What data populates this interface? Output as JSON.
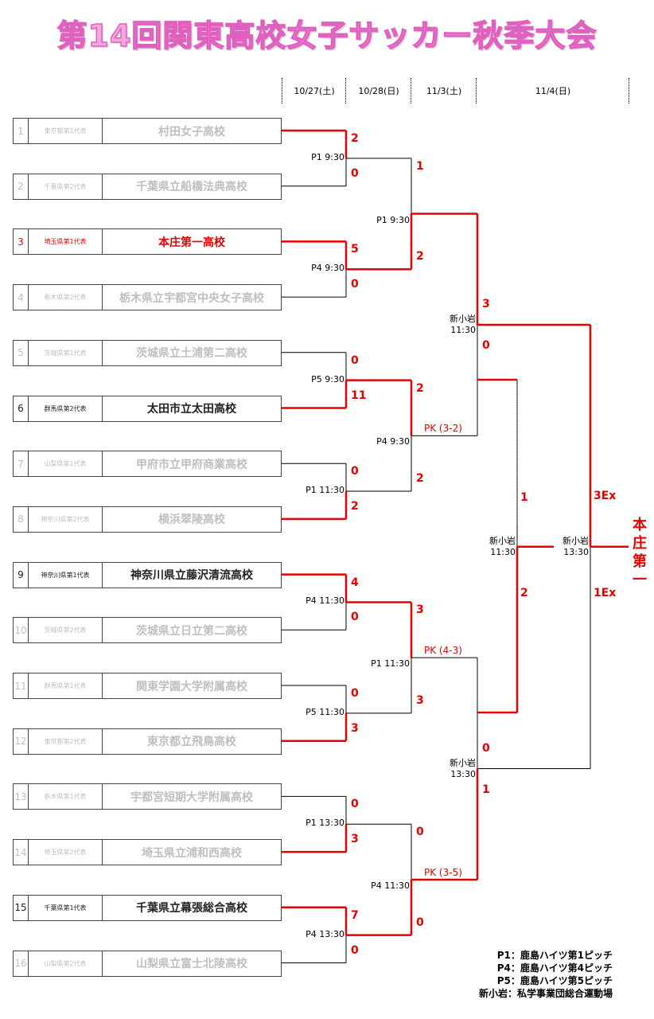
{
  "title": "第14回関東高校女子サッカー秋季大会",
  "dates": [
    "10/27(土)",
    "10/28(日)",
    "11/3(土)",
    "11/4(日)"
  ],
  "teams": [
    {
      "seed": "1",
      "pref": "東京都第1代表",
      "name": "村田女子高校",
      "status": "out"
    },
    {
      "seed": "2",
      "pref": "千葉県第2代表",
      "name": "千葉県立船橋法典高校",
      "status": "out"
    },
    {
      "seed": "3",
      "pref": "埼玉県第1代表",
      "name": "本庄第一高校",
      "status": "champ"
    },
    {
      "seed": "4",
      "pref": "栃木県第2代表",
      "name": "栃木県立宇都宮中央女子高校",
      "status": "out"
    },
    {
      "seed": "5",
      "pref": "茨城県第1代表",
      "name": "茨城県立土浦第二高校",
      "status": "out"
    },
    {
      "seed": "6",
      "pref": "群馬県第2代表",
      "name": "太田市立太田高校",
      "status": "in"
    },
    {
      "seed": "7",
      "pref": "山梨県第1代表",
      "name": "甲府市立甲府商業高校",
      "status": "out"
    },
    {
      "seed": "8",
      "pref": "神奈川県第2代表",
      "name": "横浜翠陵高校",
      "status": "out"
    },
    {
      "seed": "9",
      "pref": "神奈川県第1代表",
      "name": "神奈川県立藤沢清流高校",
      "status": "in"
    },
    {
      "seed": "10",
      "pref": "茨城県第2代表",
      "name": "茨城県立日立第二高校",
      "status": "out"
    },
    {
      "seed": "11",
      "pref": "群馬県第1代表",
      "name": "関東学園大学附属高校",
      "status": "out"
    },
    {
      "seed": "12",
      "pref": "東京都第2代表",
      "name": "東京都立飛鳥高校",
      "status": "out"
    },
    {
      "seed": "13",
      "pref": "栃木県第1代表",
      "name": "宇都宮短期大学附属高校",
      "status": "out"
    },
    {
      "seed": "14",
      "pref": "埼玉県第2代表",
      "name": "埼玉県立浦和西高校",
      "status": "out"
    },
    {
      "seed": "15",
      "pref": "千葉県第1代表",
      "name": "千葉県立幕張総合高校",
      "status": "in"
    },
    {
      "seed": "16",
      "pref": "山梨県第2代表",
      "name": "山梨県立富士北陵高校",
      "status": "out"
    }
  ],
  "round1": [
    {
      "venue": "P1 9:30",
      "scores": [
        "2",
        "0"
      ]
    },
    {
      "venue": "P4 9:30",
      "scores": [
        "5",
        "0"
      ]
    },
    {
      "venue": "P5 9:30",
      "scores": [
        "0",
        "11"
      ]
    },
    {
      "venue": "P1 11:30",
      "scores": [
        "0",
        "2"
      ]
    },
    {
      "venue": "P4 11:30",
      "scores": [
        "4",
        "0"
      ]
    },
    {
      "venue": "P5 11:30",
      "scores": [
        "0",
        "3"
      ]
    },
    {
      "venue": "P1 13:30",
      "scores": [
        "0",
        "3"
      ]
    },
    {
      "venue": "P4 13:30",
      "scores": [
        "7",
        "0"
      ]
    }
  ],
  "round2": [
    {
      "venue": "P1 9:30",
      "scores": [
        "1",
        "2"
      ],
      "pk": ""
    },
    {
      "venue": "P4 9:30",
      "scores": [
        "2",
        "2"
      ],
      "pk": "PK (3-2)"
    },
    {
      "venue": "P1 11:30",
      "scores": [
        "3",
        "3"
      ],
      "pk": "PK (4-3)"
    },
    {
      "venue": "P4 11:30",
      "scores": [
        "0",
        "0"
      ],
      "pk": "PK (3-5)"
    }
  ],
  "semis": [
    {
      "venue_line1": "新小岩",
      "venue_line2": "11:30",
      "scores": [
        "3",
        "0"
      ]
    },
    {
      "venue_line1": "新小岩",
      "venue_line2": "13:30",
      "scores": [
        "0",
        "1"
      ]
    }
  ],
  "third_place": {
    "venue_line1": "新小岩",
    "venue_line2": "11:30",
    "scores": [
      "1",
      "2"
    ]
  },
  "final": {
    "venue_line1": "新小岩",
    "venue_line2": "13:30",
    "scores": [
      "3Ex",
      "1Ex"
    ]
  },
  "winner": "本庄第一",
  "legend": [
    "P1：鹿島ハイツ第1ピッチ",
    "P4：鹿島ハイツ第4ピッチ",
    "P5：鹿島ハイツ第5ピッチ",
    "新小岩：私学事業団総合運動場"
  ],
  "colors": {
    "win_line": "#e60000",
    "lose_line": "#000000",
    "title": "#f7a6e0"
  }
}
